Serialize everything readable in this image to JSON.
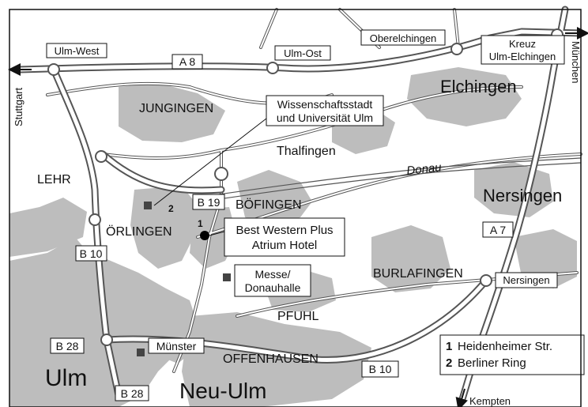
{
  "places": {
    "ulm": "Ulm",
    "neu_ulm": "Neu-Ulm",
    "elchingen": "Elchingen",
    "nersingen": "Nersingen",
    "jungingen": "JUNGINGEN",
    "lehr": "LEHR",
    "oerlingen": "ÖRLINGEN",
    "boefingen": "BÖFINGEN",
    "thalfingen": "Thalfingen",
    "burlafingen": "BURLAFINGEN",
    "pfuhl": "PFUHL",
    "offenhausen": "OFFENHAUSEN",
    "donau": "Donau"
  },
  "directions": {
    "stuttgart": "Stuttgart",
    "muenchen": "München",
    "kempten": "Kempten"
  },
  "junctions": {
    "ulm_west": "Ulm-West",
    "ulm_ost": "Ulm-Ost",
    "oberelchingen": "Oberelchingen",
    "kreuz_line1": "Kreuz",
    "kreuz_line2": "Ulm-Elchingen",
    "nersingen_exit": "Nersingen"
  },
  "roads": {
    "a8": "A 8",
    "a7": "A 7",
    "b19": "B 19",
    "b10_west": "B 10",
    "b10_east": "B 10",
    "b28_west": "B 28",
    "b28_south": "B 28"
  },
  "poi": {
    "uni_line1": "Wissenschaftsstadt",
    "uni_line2": "und Universität Ulm",
    "hotel_line1": "Best Western Plus",
    "hotel_line2": "Atrium Hotel",
    "messe_line1": "Messe/",
    "messe_line2": "Donauhalle",
    "muenster": "Münster",
    "marker_1": "1",
    "marker_2": "2"
  },
  "legend": {
    "n1": "1",
    "t1": "Heidenheimer Str.",
    "n2": "2",
    "t2": "Berliner Ring"
  },
  "colors": {
    "urban": "#bdbdbd",
    "road_fill": "#ffffff",
    "road_casing": "#555555",
    "text": "#111111",
    "marker": "#000000"
  }
}
